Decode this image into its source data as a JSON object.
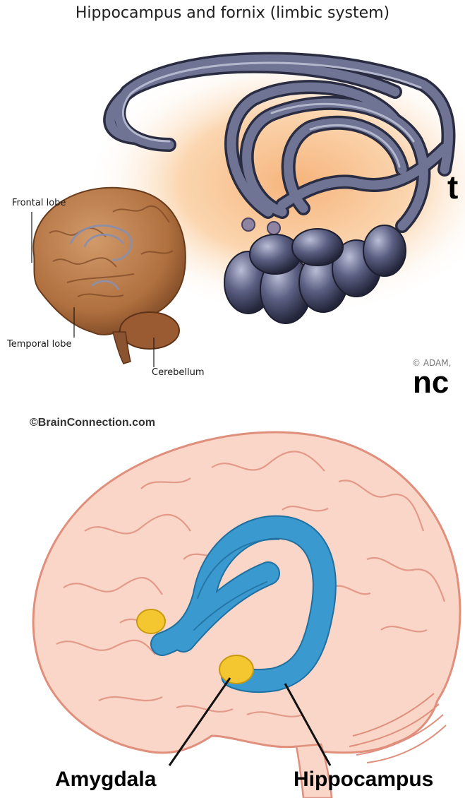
{
  "top_figure": {
    "title": "Hippocampus and fornix (limbic system)",
    "labels": {
      "frontal_lobe": "Frontal lobe",
      "temporal_lobe": "Temporal lobe",
      "cerebellum": "Cerebellum"
    },
    "credit": "© ADAM,",
    "overlay_fragments": {
      "t": "t",
      "nc": "nc"
    }
  },
  "bottom_figure": {
    "credit": "©BrainConnection.com",
    "labels": {
      "amygdala": "Amygdala",
      "hippocampus": "Hippocampus"
    }
  },
  "colors": {
    "glow": "#f6c08f",
    "brain_photo": "#b7784a",
    "fornix_steel": "#5a5e7c",
    "brain_illustration_fill": "#f8d3c5",
    "brain_illustration_line": "#e08f7c",
    "hippocampus_blue": "#3a9ad0",
    "amygdala_yellow": "#f4c630"
  }
}
